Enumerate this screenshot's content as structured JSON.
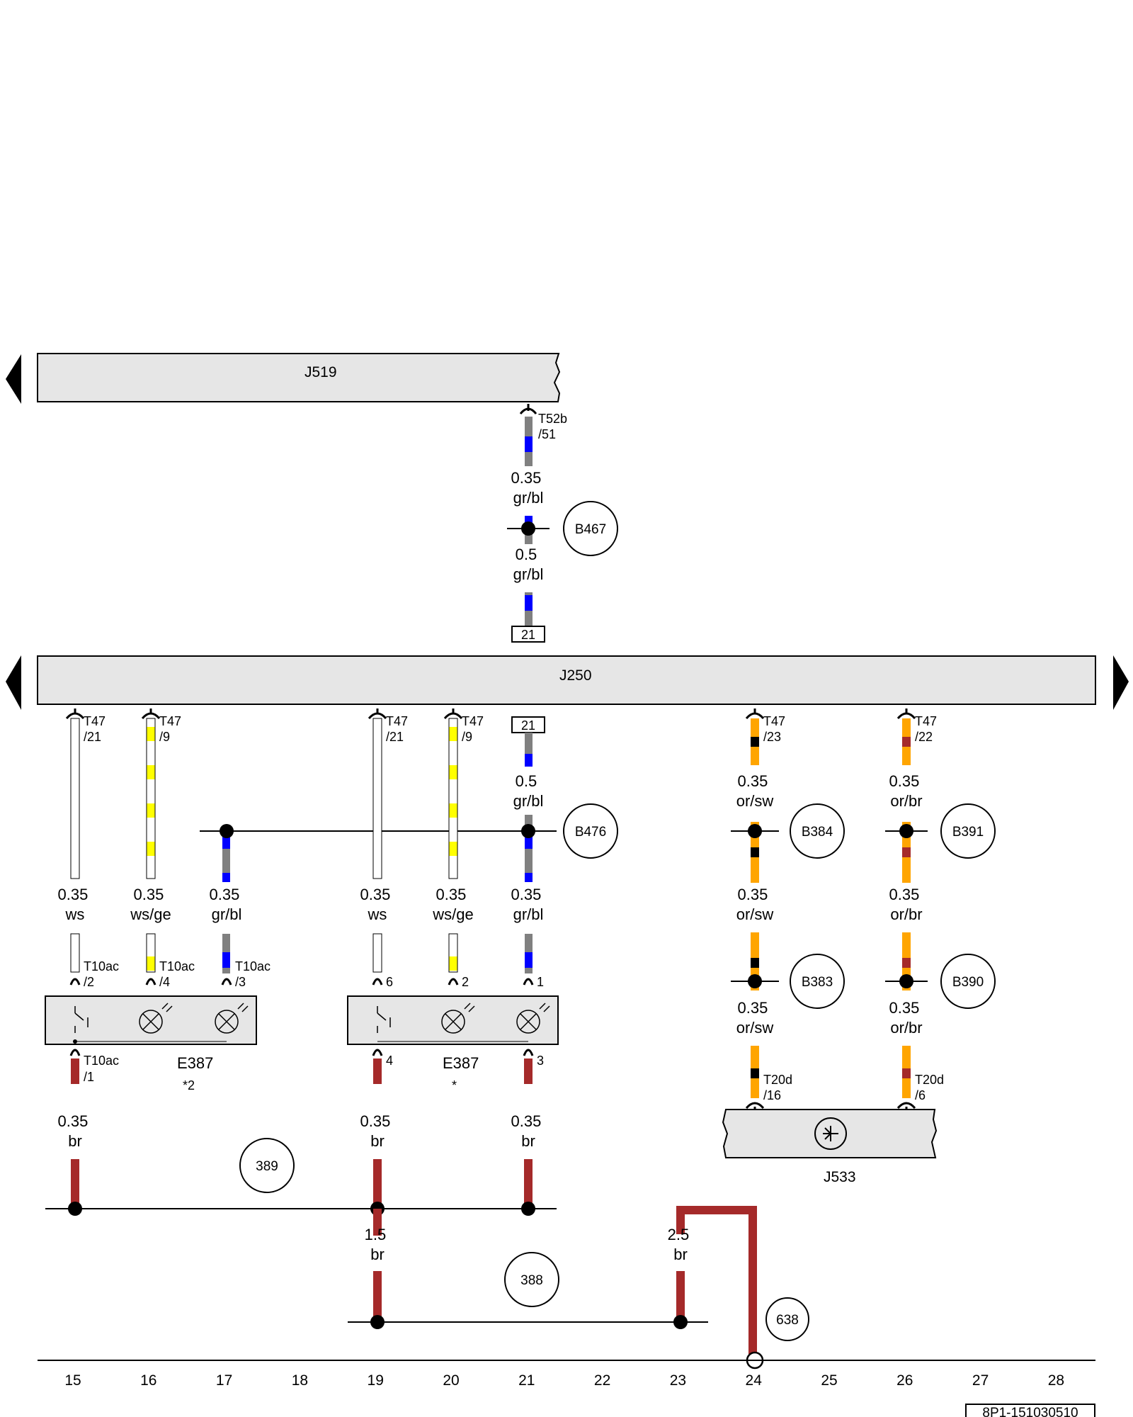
{
  "modules": {
    "j519": "J519",
    "j250": "J250",
    "j533": "J533",
    "e387_a": "E387",
    "e387_a_note": "*2",
    "e387_b": "E387",
    "e387_b_note": "*"
  },
  "connectors": {
    "t52b_51": [
      "T52b",
      "/51"
    ],
    "j250_21_top": "21",
    "j250_21_bottom": "21",
    "t47_21_a": [
      "T47",
      "/21"
    ],
    "t47_9_a": [
      "T47",
      "/9"
    ],
    "t47_21_b": [
      "T47",
      "/21"
    ],
    "t47_9_b": [
      "T47",
      "/9"
    ],
    "t47_23": [
      "T47",
      "/23"
    ],
    "t47_22": [
      "T47",
      "/22"
    ],
    "t10ac_2": [
      "T10ac",
      "/2"
    ],
    "t10ac_4": [
      "T10ac",
      "/4"
    ],
    "t10ac_3": [
      "T10ac",
      "/3"
    ],
    "t10ac_1": [
      "T10ac",
      "/1"
    ],
    "pin_6": "6",
    "pin_2": "2",
    "pin_1": "1",
    "pin_4": "4",
    "pin_3": "3",
    "t20d_16": [
      "T20d",
      "/16"
    ],
    "t20d_6": [
      "T20d",
      "/6"
    ]
  },
  "wires": {
    "j519_gr_bl": [
      "0.35",
      "gr/bl"
    ],
    "b467_gr_bl": [
      "0.5",
      "gr/bl"
    ],
    "j250_21_gr_bl": [
      "0.5",
      "gr/bl"
    ],
    "c15_ws": [
      "0.35",
      "ws"
    ],
    "c16_ws_ge": [
      "0.35",
      "ws/ge"
    ],
    "c17_gr_bl": [
      "0.35",
      "gr/bl"
    ],
    "c19_ws": [
      "0.35",
      "ws"
    ],
    "c20_ws_ge": [
      "0.35",
      "ws/ge"
    ],
    "c21_gr_bl": [
      "0.35",
      "gr/bl"
    ],
    "c24_or_sw_1": [
      "0.35",
      "or/sw"
    ],
    "c24_or_sw_2": [
      "0.35",
      "or/sw"
    ],
    "c24_or_sw_3": [
      "0.35",
      "or/sw"
    ],
    "c26_or_br_1": [
      "0.35",
      "or/br"
    ],
    "c26_or_br_2": [
      "0.35",
      "or/br"
    ],
    "c26_or_br_3": [
      "0.35",
      "or/br"
    ],
    "c15_br": [
      "0.35",
      "br"
    ],
    "c19_br": [
      "0.35",
      "br"
    ],
    "c21_br": [
      "0.35",
      "br"
    ],
    "c19_br_main": [
      "1.5",
      "br"
    ],
    "c23_br": [
      "2.5",
      "br"
    ]
  },
  "splices": {
    "b467": "B467",
    "b476": "B476",
    "b384": "B384",
    "b391": "B391",
    "b383": "B383",
    "b390": "B390"
  },
  "grounds": {
    "g389": "389",
    "g388": "388",
    "g638": "638"
  },
  "columns": [
    "15",
    "16",
    "17",
    "18",
    "19",
    "20",
    "21",
    "22",
    "23",
    "24",
    "25",
    "26",
    "27",
    "28"
  ],
  "diagram_id": "8P1-151030510",
  "colors": {
    "module_fill": "#e6e6e6",
    "brown_wire": "#a52a2a",
    "blue": "#0000ff",
    "grey": "#808080",
    "yellow": "#ffff00",
    "orange": "#ffa500",
    "black": "#000000"
  }
}
